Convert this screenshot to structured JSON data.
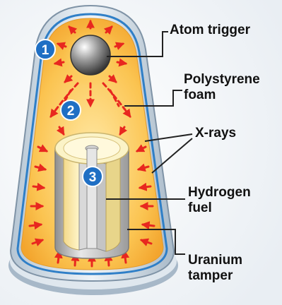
{
  "labels": {
    "atom_trigger": "Atom trigger",
    "polystyrene_foam": "Polystyrene\nfoam",
    "x_rays": "X-rays",
    "hydrogen_fuel": "Hydrogen\nfuel",
    "uranium_tamper": "Uranium\ntamper"
  },
  "badges": [
    "1",
    "2",
    "3"
  ],
  "colors": {
    "casing": "#cfdbe6",
    "foam": "#f6b23c",
    "foam_light": "#ffe7a0",
    "fuel": "#fff6c8",
    "tamper": "#c7c7c7",
    "arrows": "#e8271f",
    "badge": "#1f6fc4",
    "leader": "#222222"
  },
  "icons": [
    "atom-trigger-sphere-icon",
    "arrow-icon"
  ]
}
